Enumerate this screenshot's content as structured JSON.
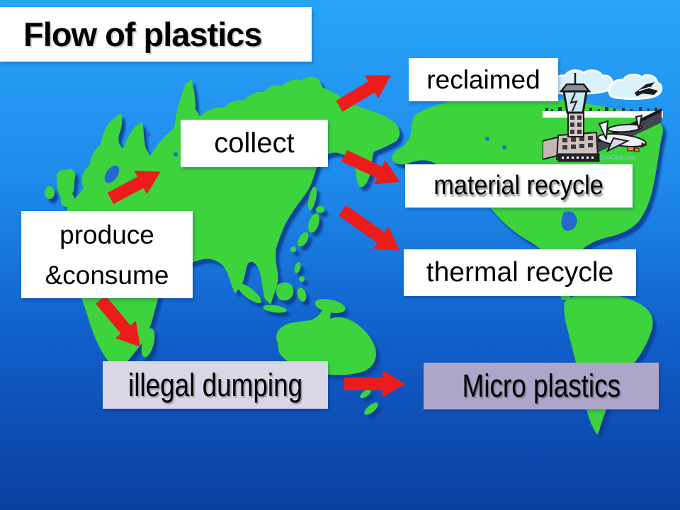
{
  "slide": {
    "title": "Flow of plastics"
  },
  "nodes": {
    "produce_consume": {
      "line1": "produce",
      "line2": "&consume"
    },
    "collect": {
      "label": "collect"
    },
    "reclaimed": {
      "label": "reclaimed"
    },
    "material_recycle": {
      "label": "material recycle"
    },
    "thermal_recycle": {
      "label": "thermal recycle"
    },
    "illegal_dumping": {
      "label": "illegal dumping"
    },
    "micro_plastics": {
      "label": "Micro plastics"
    }
  },
  "flows": [
    {
      "from": "produce &consume",
      "to": "collect"
    },
    {
      "from": "collect",
      "to": "reclaimed"
    },
    {
      "from": "collect",
      "to": "material recycle"
    },
    {
      "from": "collect",
      "to": "thermal recycle"
    },
    {
      "from": "produce &consume",
      "to": "illegal dumping"
    },
    {
      "from": "illegal dumping",
      "to": "Micro plastics"
    }
  ],
  "clipart": {
    "name": "airport-clipart",
    "watermark": "CoolClips.com"
  },
  "colors": {
    "ocean_top": "#27A4F8",
    "ocean_bottom": "#0A3FA0",
    "land_green": "#3DD33C",
    "arrow_red": "#EE1B1B",
    "box_white": "#FFFFFF",
    "box_light_lavender": "#DBD6E6",
    "box_lavender": "#AEA6CA",
    "text_black": "#000000"
  }
}
